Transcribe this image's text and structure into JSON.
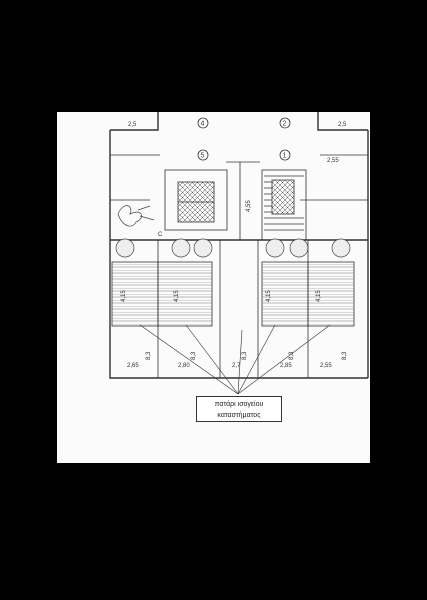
{
  "plan": {
    "circles": [
      "4",
      "2",
      "5",
      "1"
    ],
    "dims_top": [
      "2,5",
      "2,5",
      "2,55"
    ],
    "dim_stair": "4,55",
    "shop_heights": [
      "4,15",
      "4,15",
      "4,15",
      "4,15"
    ],
    "bottom_heights": [
      "8,3",
      "8,3",
      "8,3",
      "8,3",
      "8,3"
    ],
    "bottom_widths": [
      "2,65",
      "2,80",
      "2,7",
      "2,85",
      "2,55"
    ],
    "letter": "C",
    "note_line1": "πατάρι ισογείου",
    "note_line2": "καταστήματος"
  }
}
